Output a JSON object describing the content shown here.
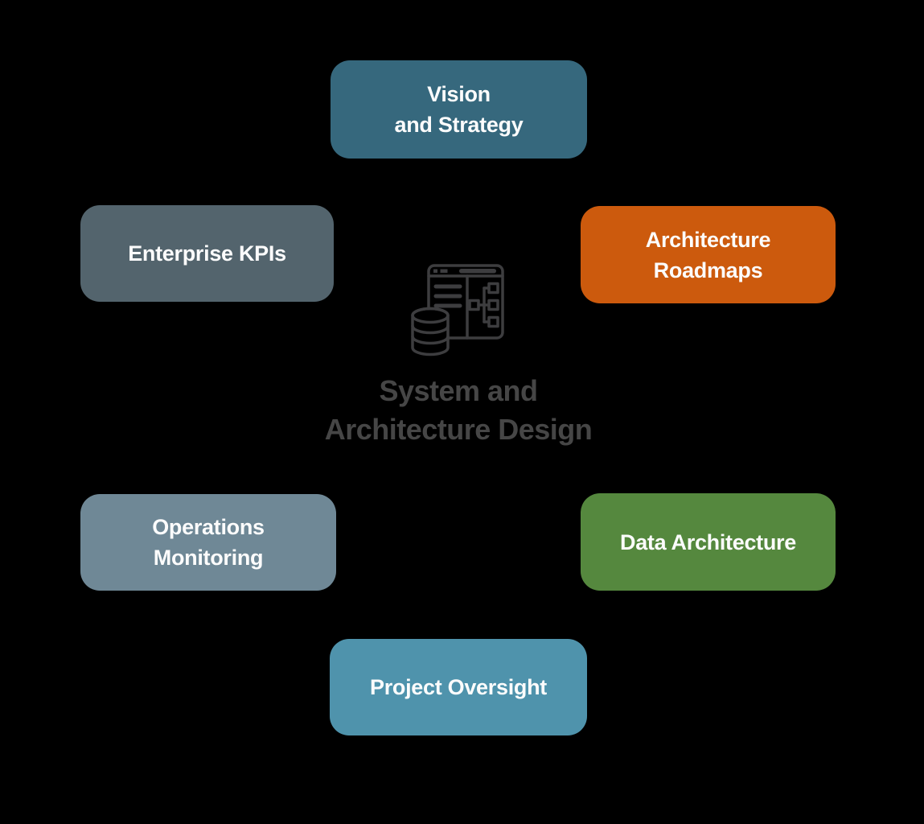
{
  "canvas": {
    "background": "#000000"
  },
  "center": {
    "icon": {
      "name": "system-architecture-icon",
      "color": "#3d3d3f"
    },
    "title_lines": [
      "System and",
      "Architecture Design"
    ],
    "title_color": "#464646"
  },
  "nodes": [
    {
      "id": "vision-and-strategy",
      "lines": [
        "Vision",
        "and Strategy"
      ],
      "color": "#36687d",
      "text_color": "#fcfcfc"
    },
    {
      "id": "enterprise-kpis",
      "lines": [
        "Enterprise KPIs"
      ],
      "color": "#53646d",
      "text_color": "#fcfcfc"
    },
    {
      "id": "architecture-roadmaps",
      "lines": [
        "Architecture",
        "Roadmaps"
      ],
      "color": "#cc5a0d",
      "text_color": "#fcfcfc"
    },
    {
      "id": "operations-monitoring",
      "lines": [
        "Operations",
        "Monitoring"
      ],
      "color": "#6f8896",
      "text_color": "#fcfcfc"
    },
    {
      "id": "data-architecture",
      "lines": [
        "Data Architecture"
      ],
      "color": "#55883e",
      "text_color": "#fcfcfc"
    },
    {
      "id": "project-oversight",
      "lines": [
        "Project Oversight"
      ],
      "color": "#4f93ac",
      "text_color": "#fcfcfc"
    }
  ]
}
